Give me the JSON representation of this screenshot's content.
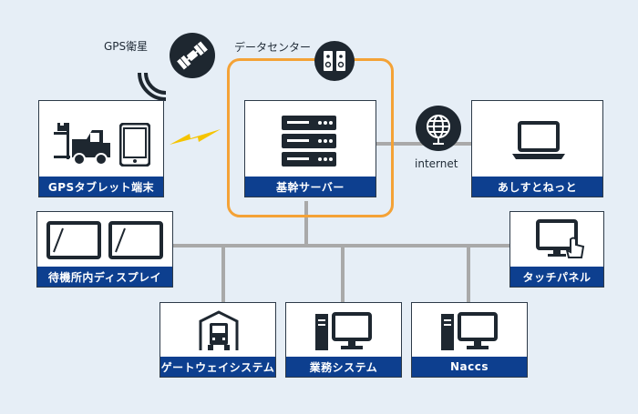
{
  "labels": {
    "gps_satellite": "GPS衛星",
    "data_center": "データセンター",
    "internet": "internet"
  },
  "nodes": {
    "gps_tablet": "GPSタブレット端末",
    "core_server": "基幹サーバー",
    "ashisutonetto": "あしすとねっと",
    "waiting_display": "待機所内ディスプレイ",
    "touch_panel": "タッチパネル",
    "gateway_system": "ゲートウェイシステム",
    "business_system": "業務システム",
    "naccs": "Naccs"
  },
  "colors": {
    "background": "#e6eef6",
    "label_bar": "#0d3f8f",
    "data_center_frame": "#f4a236",
    "connector": "#a9a9a9",
    "lightning": "#f5c400",
    "icon_dark": "#1e2730"
  }
}
